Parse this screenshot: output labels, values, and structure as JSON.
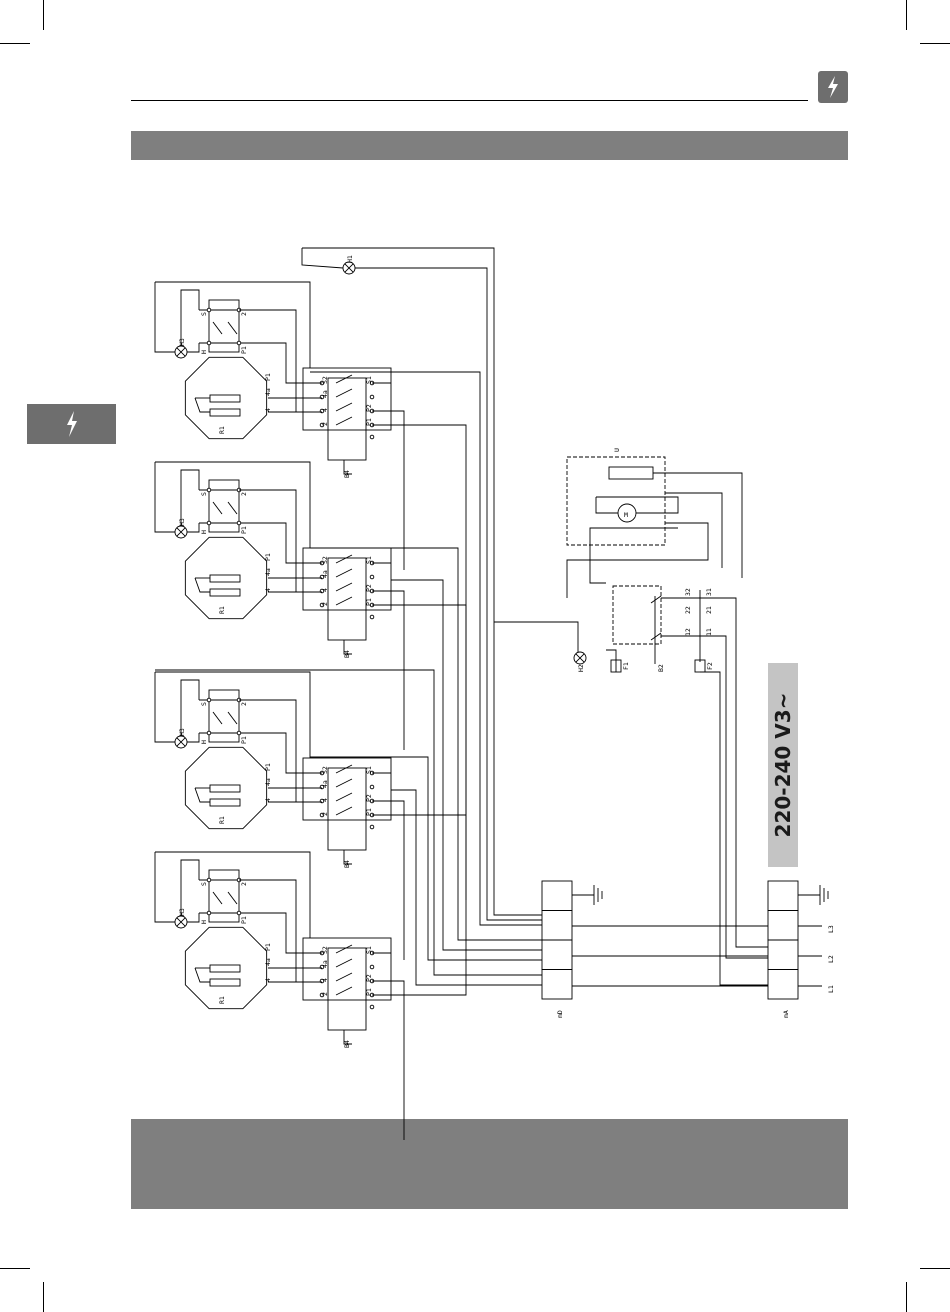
{
  "voltage_label": "220-240 V3~",
  "burner_labels": {
    "heater": "R1",
    "lamp": "H3",
    "switch": "B4",
    "lamp_term": "H",
    "s_term": "S",
    "two_term": "2",
    "p1_term": "P1"
  },
  "switch_terms": [
    "S2",
    "4a",
    "4",
    "2",
    "S1",
    "P2",
    "P1"
  ],
  "heater_terms": [
    "4a",
    "P1",
    "4"
  ],
  "indicator_lamp": "H1",
  "control_unit": {
    "frame": "U",
    "motor": "M",
    "lamp": "H2",
    "fuse1": "F1",
    "fuse2": "F2",
    "switch": "B2"
  },
  "contact_terms": [
    "32",
    "31",
    "22",
    "21",
    "12",
    "11"
  ],
  "terminal_blocks": [
    {
      "name": "mD",
      "ground": "ground"
    },
    {
      "name": "mA",
      "lines": [
        "L3",
        "L2",
        "L1"
      ]
    }
  ],
  "icons": {
    "corner": "lightning-icon",
    "side": "lightning-icon"
  }
}
